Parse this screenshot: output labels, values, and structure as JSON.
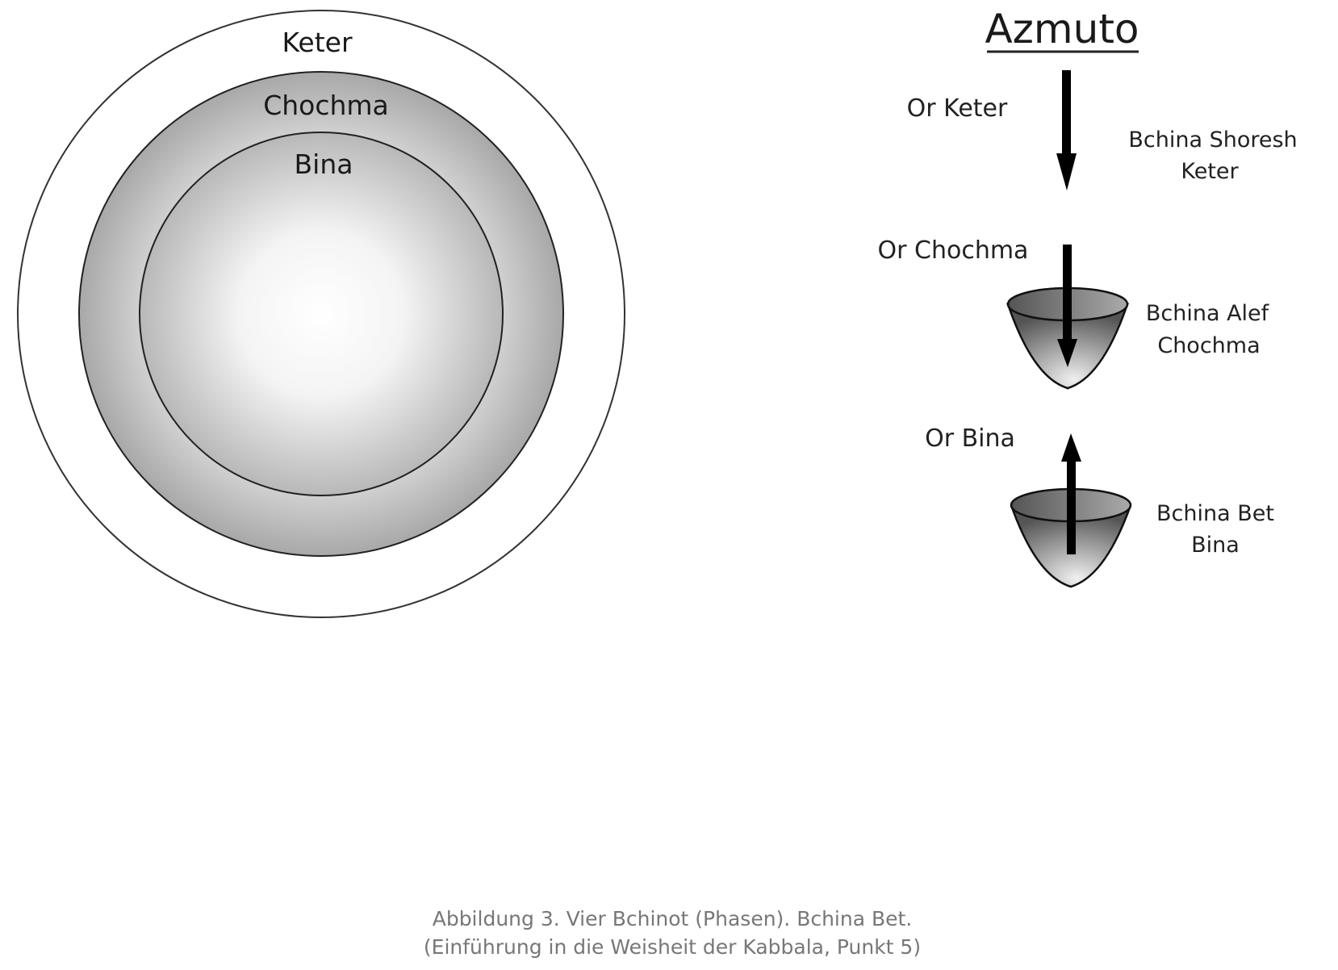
{
  "circles": {
    "outer_label": "Keter",
    "middle_label": "Chochma",
    "inner_label": "Bina"
  },
  "right": {
    "title": "Azmuto",
    "or_keter": "Or Keter",
    "shoresh_line1": "Bchina Shoresh",
    "shoresh_line2": "Keter",
    "or_chochma": "Or Chochma",
    "alef_line1": "Bchina Alef",
    "alef_line2": "Chochma",
    "or_bina": "Or Bina",
    "bet_line1": "Bchina Bet",
    "bet_line2": "Bina"
  },
  "caption": {
    "line1": "Abbildung 3. Vier Bchinot (Phasen). Bchina Bet.",
    "line2": "(Einführung in die Weisheit der Kabbala, Punkt 5)"
  }
}
